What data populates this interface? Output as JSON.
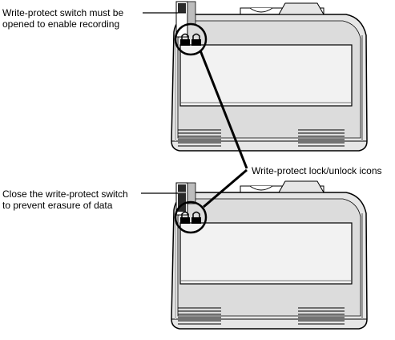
{
  "callouts": {
    "write_protect_open": {
      "line1": "Write-protect switch must be",
      "line2": "opened to enable recording"
    },
    "lock_icons": {
      "text": "Write-protect lock/unlock icons"
    },
    "write_protect_close": {
      "line1": "Close the write-protect switch",
      "line2": "to prevent erasure of data"
    }
  },
  "cartridges": [
    {
      "state": "switch-open"
    },
    {
      "state": "switch-closed"
    }
  ],
  "colors": {
    "outline": "#000000",
    "body_fill": "#e6e6e6",
    "body_shade": "#bdbdbd",
    "label_fill": "#f2f2f2",
    "switch_dark": "#2a2a2a"
  }
}
